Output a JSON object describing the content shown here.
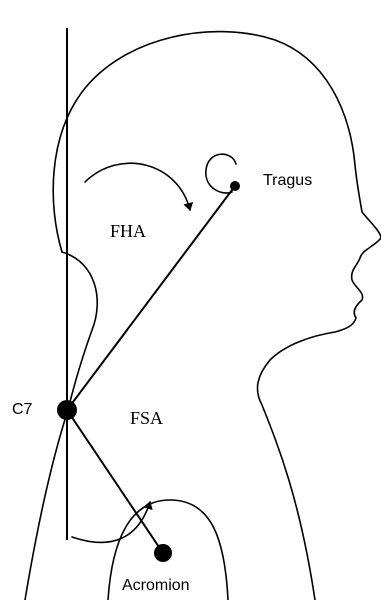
{
  "labels": {
    "tragus": "Tragus",
    "fha": "FHA",
    "c7": "C7",
    "fsa": "FSA",
    "acromion": "Acromion"
  }
}
